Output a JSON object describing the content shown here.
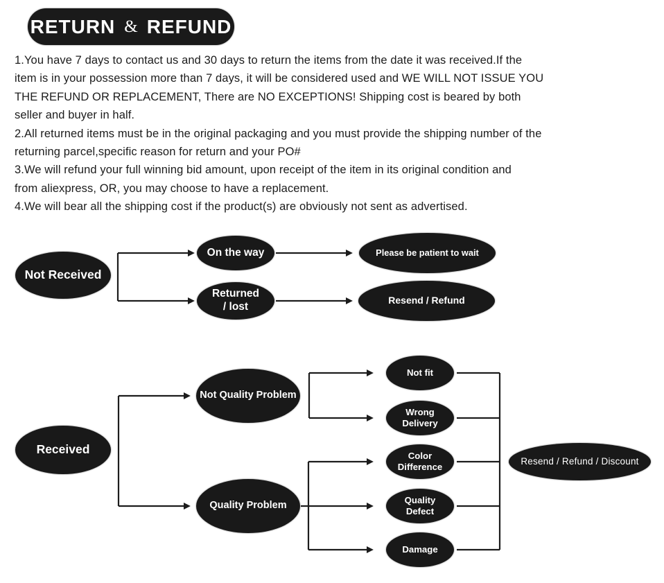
{
  "header": {
    "word1": "RETURN",
    "amp": "&",
    "word2": "REFUND"
  },
  "policy": {
    "paragraphs": [
      {
        "text": "1.You have 7 days to contact us and 30 days to return the items from the date it was received.If the\nitem is in your possession more than 7 days, it will be considered used and WE WILL NOT ISSUE YOU\nTHE REFUND OR REPLACEMENT, There are NO EXCEPTIONS! Shipping cost is beared by both\nseller and buyer in half."
      },
      {
        "text": "2.All returned items must be in the original packaging and you must provide the shipping number of the\nreturning parcel,specific reason for return and your PO#"
      },
      {
        "text": "3.We will refund your full winning bid amount, upon receipt of the item in its original condition and\nfrom aliexpress, OR, you may choose to have a replacement."
      },
      {
        "text": "4.We will bear all the shipping cost if the product(s) are obviously not sent as advertised."
      }
    ]
  },
  "flow1": {
    "not_received": "Not Received",
    "on_the_way": "On the way",
    "returned_lost": "Returned\n/  lost",
    "please_wait": "Please be patient to wait",
    "resend_refund": "Resend / Refund"
  },
  "flow2": {
    "received": "Received",
    "not_quality_problem": "Not Quality Problem",
    "quality_problem": "Quality Problem",
    "not_fit": "Not fit",
    "wrong_delivery": "Wrong\nDelivery",
    "color_difference": "Color\nDifference",
    "quality_defect": "Quality\nDefect",
    "damage": "Damage",
    "resend_refund_discount": "Resend / Refund / Discount"
  },
  "colors": {
    "node_fill": "#191919",
    "node_text": "#ffffff",
    "line": "#1c1c1c",
    "body_text": "#1c1c1c"
  }
}
